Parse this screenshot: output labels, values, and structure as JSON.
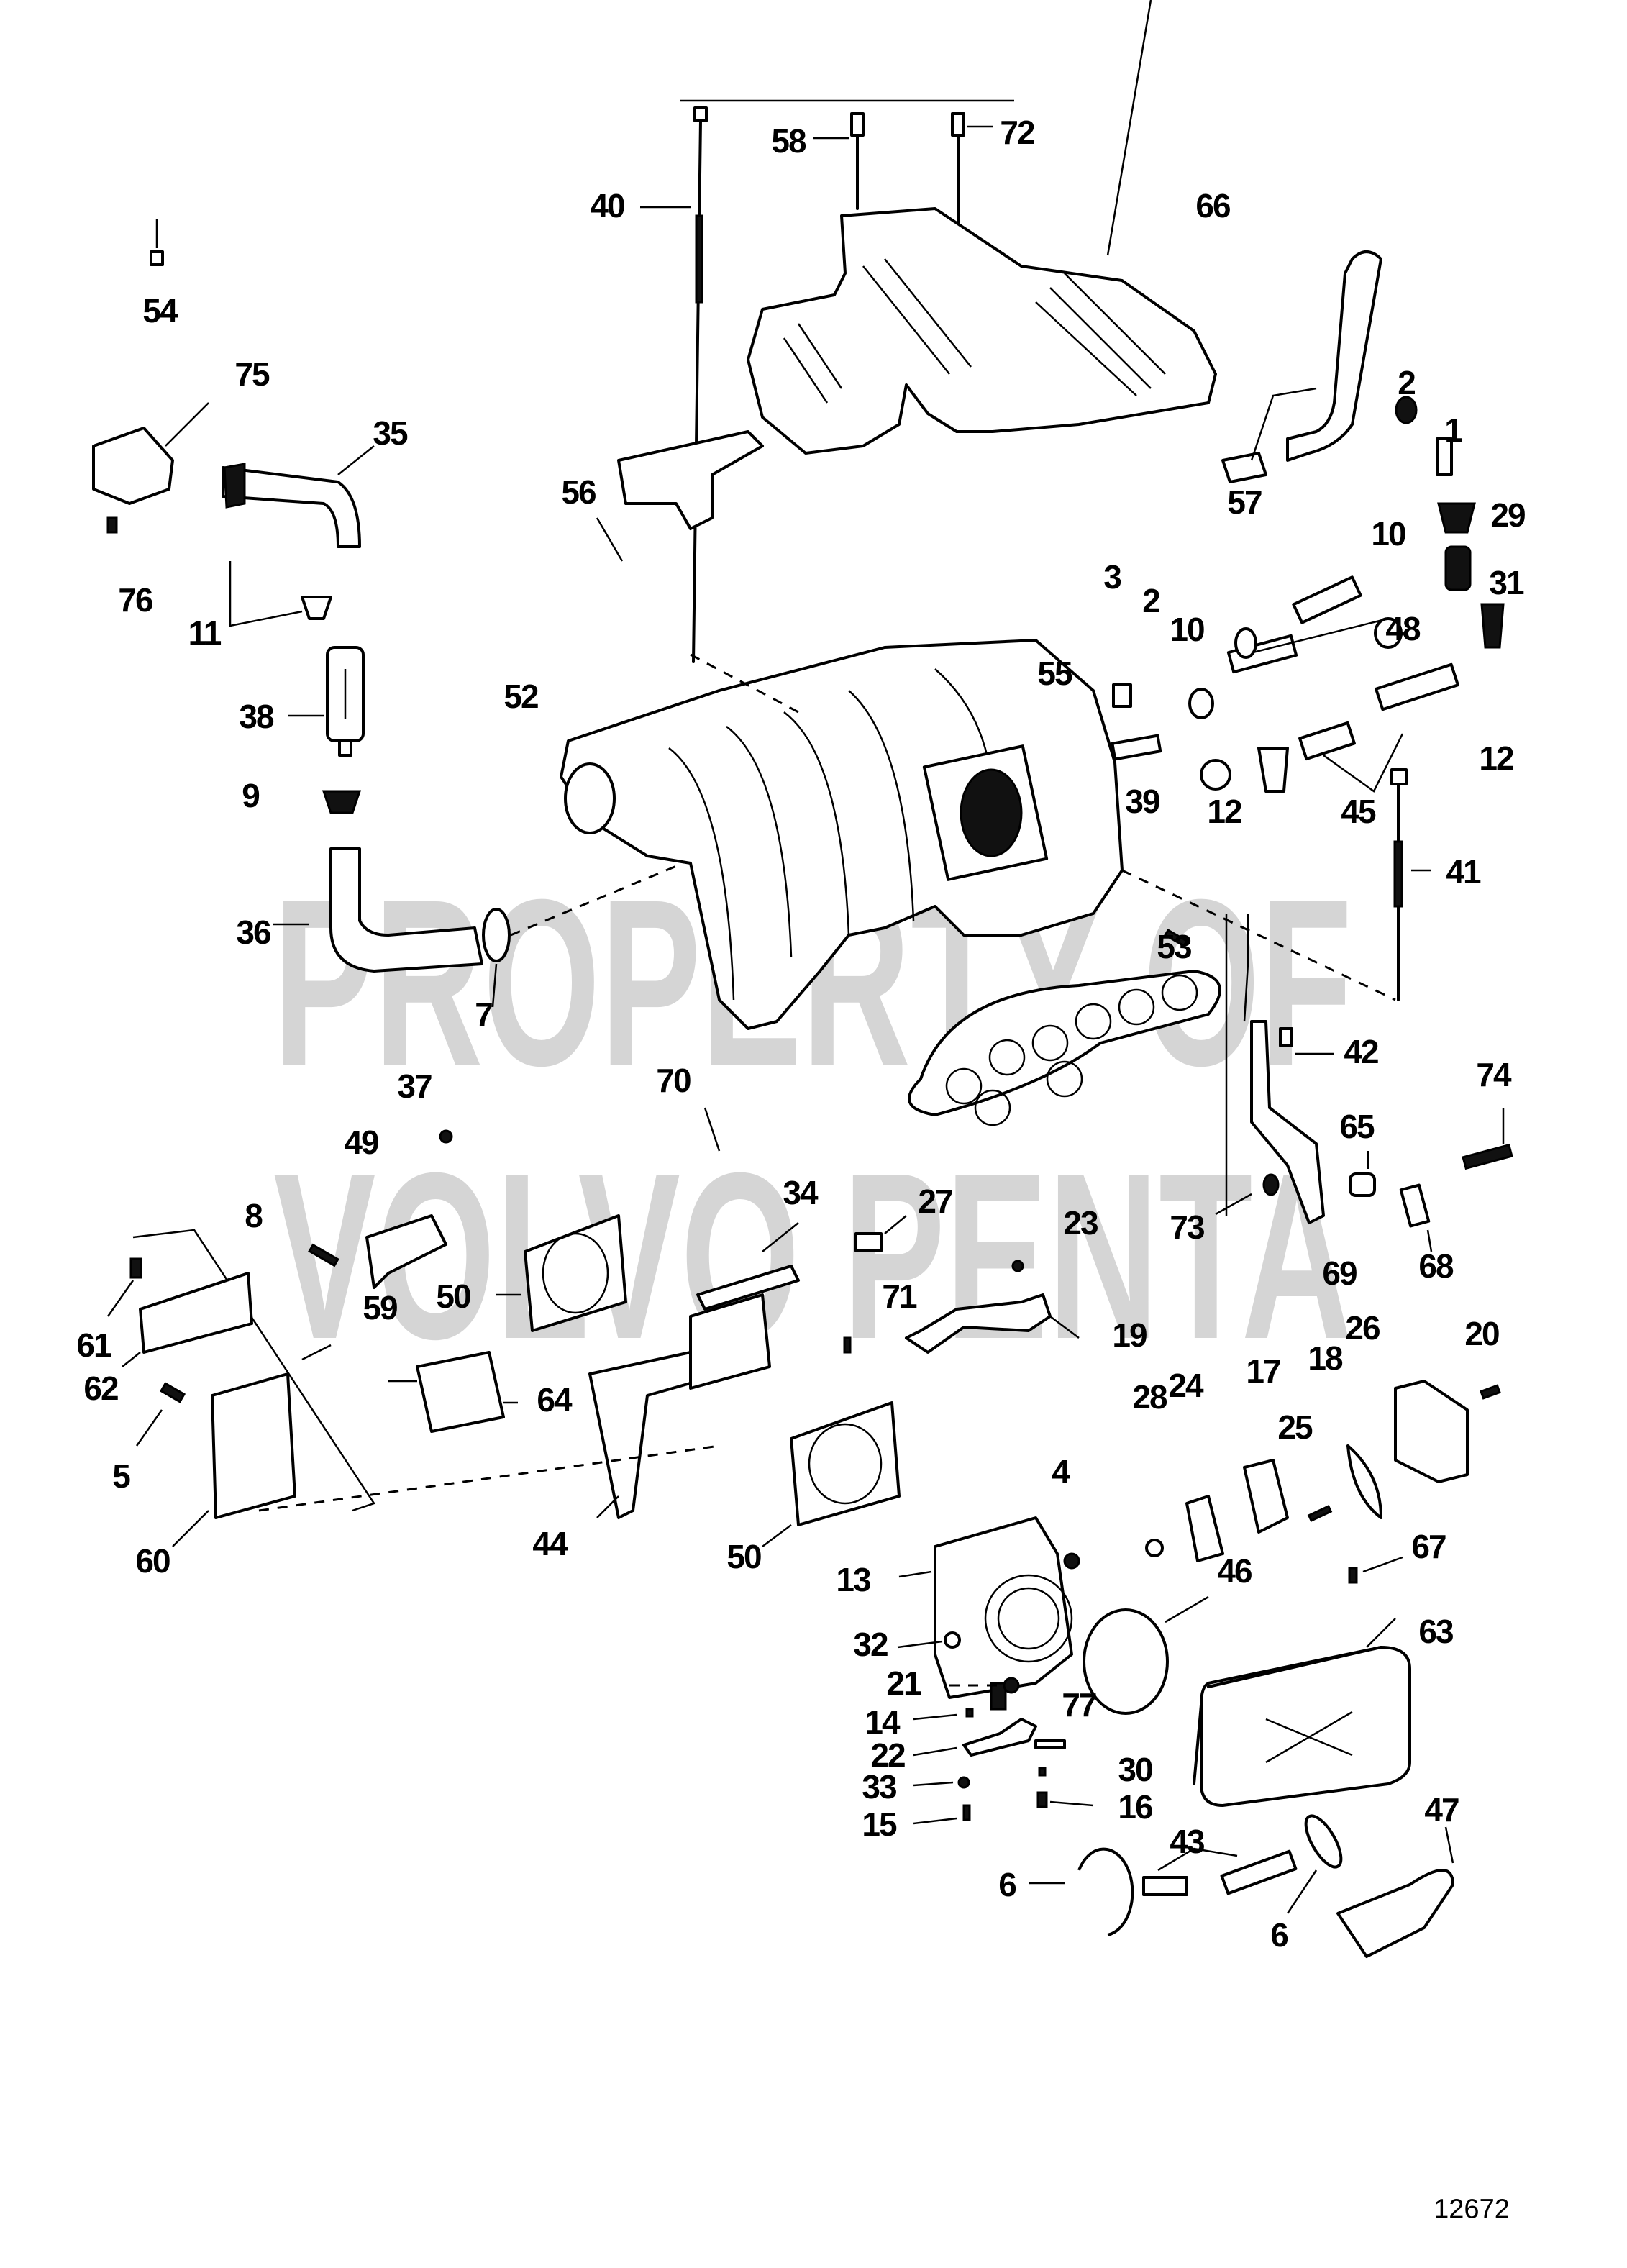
{
  "diagram": {
    "type": "exploded-parts-diagram",
    "subject": "Intake manifold assembly with throttle body, hoses, brackets and electronic module",
    "figure_number": "12672",
    "watermark": {
      "line1": "PROPERTY OF",
      "line2": "VOLVO PENTA"
    },
    "callouts": [
      {
        "id": "1",
        "label": "1"
      },
      {
        "id": "2a",
        "label": "2"
      },
      {
        "id": "2b",
        "label": "2"
      },
      {
        "id": "3",
        "label": "3"
      },
      {
        "id": "4",
        "label": "4"
      },
      {
        "id": "5",
        "label": "5"
      },
      {
        "id": "6a",
        "label": "6"
      },
      {
        "id": "6b",
        "label": "6"
      },
      {
        "id": "7",
        "label": "7"
      },
      {
        "id": "8",
        "label": "8"
      },
      {
        "id": "9",
        "label": "9"
      },
      {
        "id": "10a",
        "label": "10"
      },
      {
        "id": "10b",
        "label": "10"
      },
      {
        "id": "11",
        "label": "11"
      },
      {
        "id": "12a",
        "label": "12"
      },
      {
        "id": "12b",
        "label": "12"
      },
      {
        "id": "13",
        "label": "13"
      },
      {
        "id": "14",
        "label": "14"
      },
      {
        "id": "15",
        "label": "15"
      },
      {
        "id": "16",
        "label": "16"
      },
      {
        "id": "17",
        "label": "17"
      },
      {
        "id": "18",
        "label": "18"
      },
      {
        "id": "19",
        "label": "19"
      },
      {
        "id": "20",
        "label": "20"
      },
      {
        "id": "21",
        "label": "21"
      },
      {
        "id": "22",
        "label": "22"
      },
      {
        "id": "23",
        "label": "23"
      },
      {
        "id": "24",
        "label": "24"
      },
      {
        "id": "25",
        "label": "25"
      },
      {
        "id": "26",
        "label": "26"
      },
      {
        "id": "27",
        "label": "27"
      },
      {
        "id": "28",
        "label": "28"
      },
      {
        "id": "29",
        "label": "29"
      },
      {
        "id": "30",
        "label": "30"
      },
      {
        "id": "31",
        "label": "31"
      },
      {
        "id": "32",
        "label": "32"
      },
      {
        "id": "33",
        "label": "33"
      },
      {
        "id": "34",
        "label": "34"
      },
      {
        "id": "35",
        "label": "35"
      },
      {
        "id": "36",
        "label": "36"
      },
      {
        "id": "37",
        "label": "37"
      },
      {
        "id": "38",
        "label": "38"
      },
      {
        "id": "39",
        "label": "39"
      },
      {
        "id": "40",
        "label": "40"
      },
      {
        "id": "41",
        "label": "41"
      },
      {
        "id": "42",
        "label": "42"
      },
      {
        "id": "43",
        "label": "43"
      },
      {
        "id": "44",
        "label": "44"
      },
      {
        "id": "45",
        "label": "45"
      },
      {
        "id": "46",
        "label": "46"
      },
      {
        "id": "47",
        "label": "47"
      },
      {
        "id": "48",
        "label": "48"
      },
      {
        "id": "49",
        "label": "49"
      },
      {
        "id": "50a",
        "label": "50"
      },
      {
        "id": "50b",
        "label": "50"
      },
      {
        "id": "52",
        "label": "52"
      },
      {
        "id": "53",
        "label": "53"
      },
      {
        "id": "54",
        "label": "54"
      },
      {
        "id": "55",
        "label": "55"
      },
      {
        "id": "56",
        "label": "56"
      },
      {
        "id": "57",
        "label": "57"
      },
      {
        "id": "58",
        "label": "58"
      },
      {
        "id": "59",
        "label": "59"
      },
      {
        "id": "60",
        "label": "60"
      },
      {
        "id": "61",
        "label": "61"
      },
      {
        "id": "62",
        "label": "62"
      },
      {
        "id": "63",
        "label": "63"
      },
      {
        "id": "64",
        "label": "64"
      },
      {
        "id": "65",
        "label": "65"
      },
      {
        "id": "66",
        "label": "66"
      },
      {
        "id": "67",
        "label": "67"
      },
      {
        "id": "68",
        "label": "68"
      },
      {
        "id": "69",
        "label": "69"
      },
      {
        "id": "70",
        "label": "70"
      },
      {
        "id": "71",
        "label": "71"
      },
      {
        "id": "72",
        "label": "72"
      },
      {
        "id": "73",
        "label": "73"
      },
      {
        "id": "74",
        "label": "74"
      },
      {
        "id": "75",
        "label": "75"
      },
      {
        "id": "76",
        "label": "76"
      },
      {
        "id": "77",
        "label": "77"
      }
    ]
  }
}
